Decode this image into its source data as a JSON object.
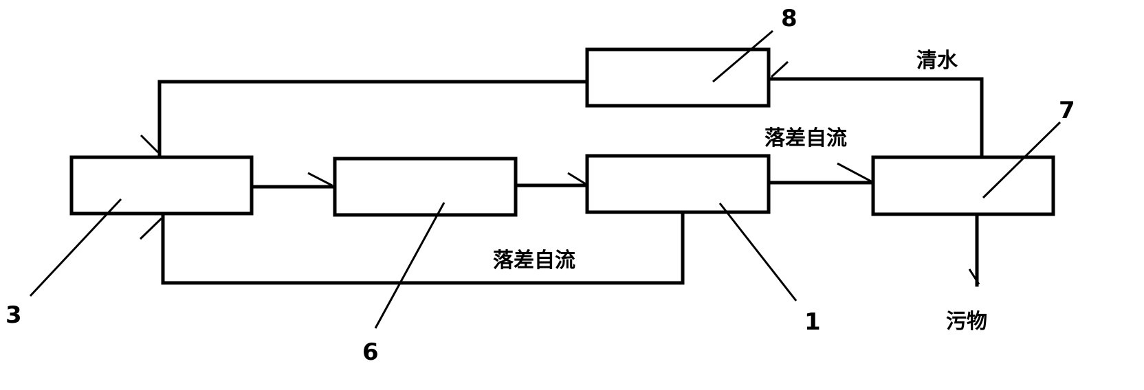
{
  "labels": {
    "clear_water": "清水",
    "gravity_flow_top": "落差自流",
    "gravity_flow_bottom": "落差自流",
    "sludge": "污物"
  },
  "numbers": {
    "unit_3": "3",
    "unit_6": "6",
    "unit_1": "1",
    "unit_7": "7",
    "unit_8": "8"
  }
}
